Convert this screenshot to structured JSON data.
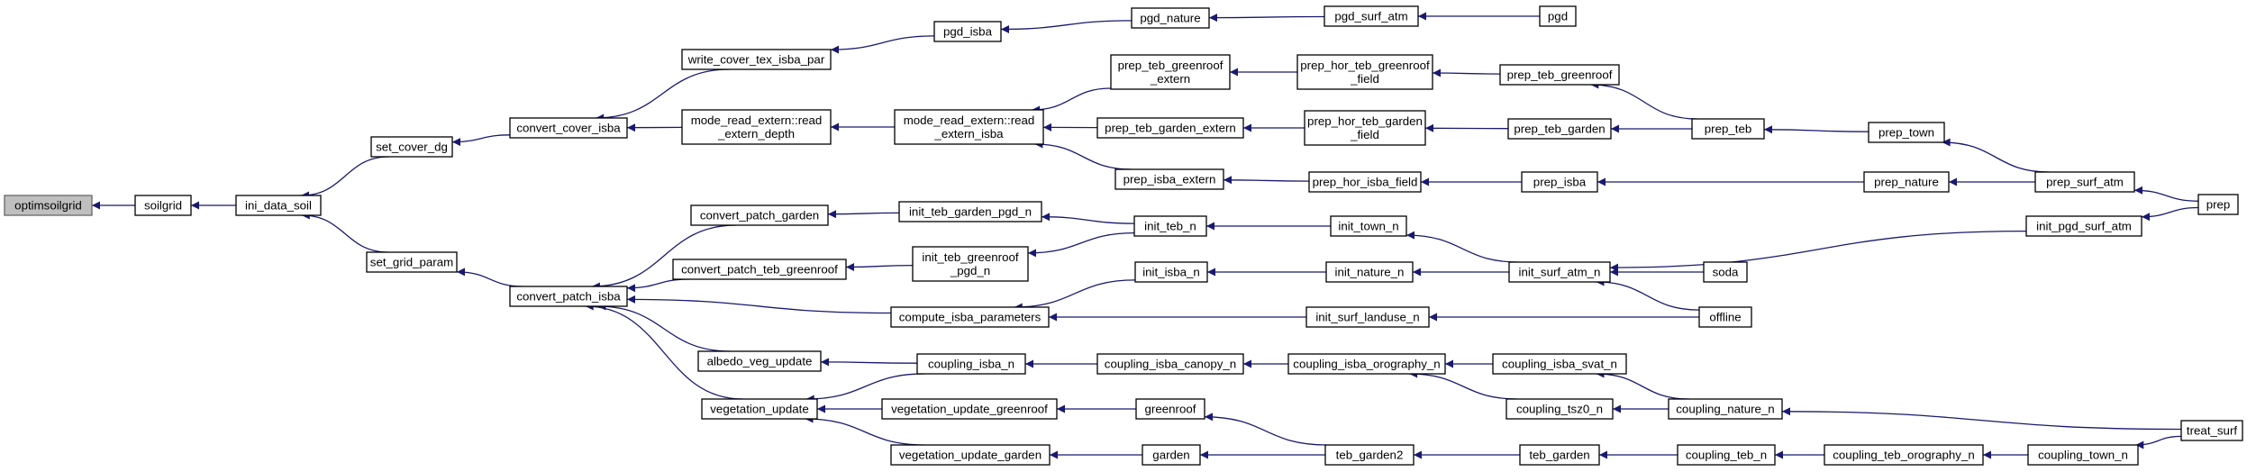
{
  "graph": {
    "root": "optimsoilgrid",
    "nodes": {
      "optimsoilgrid": [
        "optimsoilgrid"
      ],
      "soilgrid": [
        "soilgrid"
      ],
      "ini_data_soil": [
        "ini_data_soil"
      ],
      "set_cover_dg": [
        "set_cover_dg"
      ],
      "set_grid_param": [
        "set_grid_param"
      ],
      "convert_cover_isba": [
        "convert_cover_isba"
      ],
      "convert_patch_isba": [
        "convert_patch_isba"
      ],
      "write_cover_tex_isba_par": [
        "write_cover_tex_isba_par"
      ],
      "mode_read_extern_read_extern_depth_a": [
        "mode_read_extern::read",
        "_extern_depth"
      ],
      "mode_read_extern_read_extern_isba": [
        "mode_read_extern::read",
        "_extern_isba"
      ],
      "pgd_isba": [
        "pgd_isba"
      ],
      "pgd_nature": [
        "pgd_nature"
      ],
      "pgd_surf_atm": [
        "pgd_surf_atm"
      ],
      "pgd": [
        "pgd"
      ],
      "prep_teb_greenroof_extern": [
        "prep_teb_greenroof",
        "_extern"
      ],
      "prep_teb_garden_extern": [
        "prep_teb_garden_extern"
      ],
      "prep_isba_extern": [
        "prep_isba_extern"
      ],
      "prep_hor_teb_greenroof_field": [
        "prep_hor_teb_greenroof",
        "_field"
      ],
      "prep_hor_teb_garden_field": [
        "prep_hor_teb_garden",
        "_field"
      ],
      "prep_hor_isba_field": [
        "prep_hor_isba_field"
      ],
      "prep_teb_greenroof": [
        "prep_teb_greenroof"
      ],
      "prep_teb_garden": [
        "prep_teb_garden"
      ],
      "prep_isba": [
        "prep_isba"
      ],
      "prep_teb": [
        "prep_teb"
      ],
      "prep_town": [
        "prep_town"
      ],
      "prep_nature": [
        "prep_nature"
      ],
      "prep_surf_atm": [
        "prep_surf_atm"
      ],
      "prep": [
        "prep"
      ],
      "convert_patch_garden": [
        "convert_patch_garden"
      ],
      "convert_patch_teb_greenroof": [
        "convert_patch_teb_greenroof"
      ],
      "compute_isba_parameters": [
        "compute_isba_parameters"
      ],
      "albedo_veg_update": [
        "albedo_veg_update"
      ],
      "vegetation_update": [
        "vegetation_update"
      ],
      "init_teb_garden_pgd_n": [
        "init_teb_garden_pgd_n"
      ],
      "init_teb_greenroof_pgd_n": [
        "init_teb_greenroof",
        "_pgd_n"
      ],
      "init_teb_n": [
        "init_teb_n"
      ],
      "init_isba_n": [
        "init_isba_n"
      ],
      "init_town_n": [
        "init_town_n"
      ],
      "init_nature_n": [
        "init_nature_n"
      ],
      "init_surf_landuse_n": [
        "init_surf_landuse_n"
      ],
      "init_surf_atm_n": [
        "init_surf_atm_n"
      ],
      "init_pgd_surf_atm": [
        "init_pgd_surf_atm"
      ],
      "soda": [
        "soda"
      ],
      "offline": [
        "offline"
      ],
      "coupling_isba_n": [
        "coupling_isba_n"
      ],
      "coupling_isba_canopy_n": [
        "coupling_isba_canopy_n"
      ],
      "coupling_isba_orography_n": [
        "coupling_isba_orography_n"
      ],
      "coupling_isba_svat_n": [
        "coupling_isba_svat_n"
      ],
      "coupling_tsz0_n": [
        "coupling_tsz0_n"
      ],
      "coupling_nature_n": [
        "coupling_nature_n"
      ],
      "treat_surf": [
        "treat_surf"
      ],
      "vegetation_update_greenroof": [
        "vegetation_update_greenroof"
      ],
      "vegetation_update_garden": [
        "vegetation_update_garden"
      ],
      "greenroof": [
        "greenroof"
      ],
      "garden": [
        "garden"
      ],
      "teb_garden2": [
        "teb_garden2"
      ],
      "teb_garden": [
        "teb_garden"
      ],
      "coupling_teb_n": [
        "coupling_teb_n"
      ],
      "coupling_teb_orography_n": [
        "coupling_teb_orography_n"
      ],
      "coupling_town_n": [
        "coupling_town_n"
      ]
    },
    "edges": [
      [
        "soilgrid",
        "optimsoilgrid"
      ],
      [
        "ini_data_soil",
        "soilgrid"
      ],
      [
        "set_cover_dg",
        "ini_data_soil"
      ],
      [
        "set_grid_param",
        "ini_data_soil"
      ],
      [
        "convert_cover_isba",
        "set_cover_dg"
      ],
      [
        "convert_patch_isba",
        "set_grid_param"
      ],
      [
        "write_cover_tex_isba_par",
        "convert_cover_isba"
      ],
      [
        "mode_read_extern_read_extern_depth_a",
        "convert_cover_isba"
      ],
      [
        "pgd_isba",
        "write_cover_tex_isba_par"
      ],
      [
        "pgd_nature",
        "pgd_isba"
      ],
      [
        "pgd_surf_atm",
        "pgd_nature"
      ],
      [
        "pgd",
        "pgd_surf_atm"
      ],
      [
        "mode_read_extern_read_extern_isba",
        "mode_read_extern_read_extern_depth_a"
      ],
      [
        "prep_teb_greenroof_extern",
        "mode_read_extern_read_extern_isba"
      ],
      [
        "prep_teb_garden_extern",
        "mode_read_extern_read_extern_isba"
      ],
      [
        "prep_isba_extern",
        "mode_read_extern_read_extern_isba"
      ],
      [
        "prep_hor_teb_greenroof_field",
        "prep_teb_greenroof_extern"
      ],
      [
        "prep_hor_teb_garden_field",
        "prep_teb_garden_extern"
      ],
      [
        "prep_hor_isba_field",
        "prep_isba_extern"
      ],
      [
        "prep_teb_greenroof",
        "prep_hor_teb_greenroof_field"
      ],
      [
        "prep_teb_garden",
        "prep_hor_teb_garden_field"
      ],
      [
        "prep_isba",
        "prep_hor_isba_field"
      ],
      [
        "prep_teb",
        "prep_teb_greenroof"
      ],
      [
        "prep_teb",
        "prep_teb_garden"
      ],
      [
        "prep_town",
        "prep_teb"
      ],
      [
        "prep_nature",
        "prep_isba"
      ],
      [
        "prep_surf_atm",
        "prep_town"
      ],
      [
        "prep_surf_atm",
        "prep_nature"
      ],
      [
        "prep",
        "prep_surf_atm"
      ],
      [
        "convert_patch_garden",
        "convert_patch_isba"
      ],
      [
        "convert_patch_teb_greenroof",
        "convert_patch_isba"
      ],
      [
        "compute_isba_parameters",
        "convert_patch_isba"
      ],
      [
        "albedo_veg_update",
        "convert_patch_isba"
      ],
      [
        "vegetation_update",
        "convert_patch_isba"
      ],
      [
        "init_teb_garden_pgd_n",
        "convert_patch_garden"
      ],
      [
        "init_teb_greenroof_pgd_n",
        "convert_patch_teb_greenroof"
      ],
      [
        "init_teb_n",
        "init_teb_garden_pgd_n"
      ],
      [
        "init_teb_n",
        "init_teb_greenroof_pgd_n"
      ],
      [
        "init_isba_n",
        "compute_isba_parameters"
      ],
      [
        "init_surf_landuse_n",
        "compute_isba_parameters"
      ],
      [
        "init_town_n",
        "init_teb_n"
      ],
      [
        "init_nature_n",
        "init_isba_n"
      ],
      [
        "init_surf_atm_n",
        "init_town_n"
      ],
      [
        "init_surf_atm_n",
        "init_nature_n"
      ],
      [
        "offline",
        "init_surf_landuse_n"
      ],
      [
        "init_pgd_surf_atm",
        "init_surf_atm_n"
      ],
      [
        "soda",
        "init_surf_atm_n"
      ],
      [
        "offline",
        "init_surf_atm_n"
      ],
      [
        "prep",
        "init_pgd_surf_atm"
      ],
      [
        "coupling_isba_n",
        "albedo_veg_update"
      ],
      [
        "coupling_isba_n",
        "vegetation_update"
      ],
      [
        "coupling_isba_canopy_n",
        "coupling_isba_n"
      ],
      [
        "coupling_isba_orography_n",
        "coupling_isba_canopy_n"
      ],
      [
        "coupling_isba_svat_n",
        "coupling_isba_orography_n"
      ],
      [
        "coupling_tsz0_n",
        "coupling_isba_orography_n"
      ],
      [
        "coupling_nature_n",
        "coupling_isba_svat_n"
      ],
      [
        "coupling_nature_n",
        "coupling_tsz0_n"
      ],
      [
        "treat_surf",
        "coupling_nature_n"
      ],
      [
        "vegetation_update_greenroof",
        "vegetation_update"
      ],
      [
        "vegetation_update_garden",
        "vegetation_update"
      ],
      [
        "greenroof",
        "vegetation_update_greenroof"
      ],
      [
        "garden",
        "vegetation_update_garden"
      ],
      [
        "teb_garden2",
        "greenroof"
      ],
      [
        "teb_garden2",
        "garden"
      ],
      [
        "teb_garden",
        "teb_garden2"
      ],
      [
        "coupling_teb_n",
        "teb_garden"
      ],
      [
        "coupling_teb_orography_n",
        "coupling_teb_n"
      ],
      [
        "coupling_town_n",
        "coupling_teb_orography_n"
      ],
      [
        "treat_surf",
        "coupling_town_n"
      ]
    ]
  }
}
